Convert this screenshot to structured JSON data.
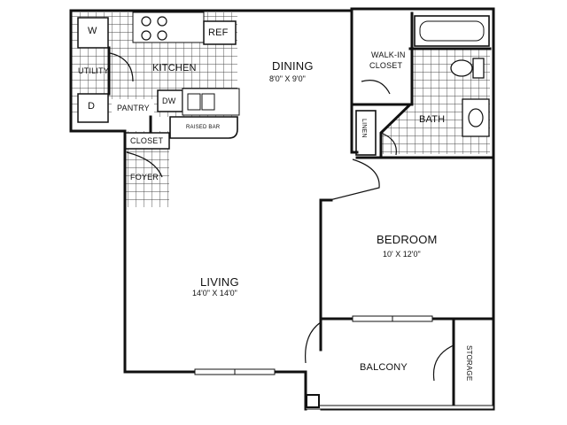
{
  "plan": {
    "rooms": {
      "kitchen": {
        "name": "KITCHEN"
      },
      "dining": {
        "name": "DINING",
        "dims": "8'0\" X 9'0\""
      },
      "walk_in_closet": {
        "line1": "WALK-IN",
        "line2": "CLOSET"
      },
      "bath": {
        "name": "BATH"
      },
      "linen": {
        "name": "LINEN"
      },
      "utility": {
        "name": "UTILITY"
      },
      "pantry": {
        "name": "PANTRY"
      },
      "closet": {
        "name": "CLOSET"
      },
      "foyer": {
        "name": "FOYER"
      },
      "bedroom": {
        "name": "BEDROOM",
        "dims": "10'  X 12'0\""
      },
      "living": {
        "name": "LIVING",
        "dims": "14'0\" X 14'0\""
      },
      "balcony": {
        "name": "BALCONY"
      },
      "storage": {
        "name": "STORAGE"
      }
    },
    "fixtures": {
      "washer": "W",
      "dryer": "D",
      "refrigerator": "REF",
      "dishwasher": "DW",
      "raised_bar": "RAISED BAR"
    }
  }
}
